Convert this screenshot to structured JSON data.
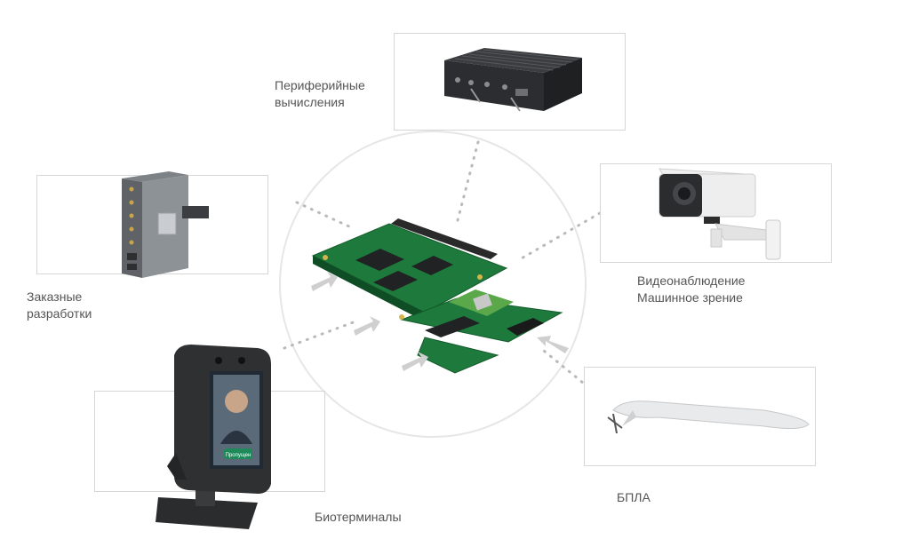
{
  "labels": {
    "edge_computing": [
      "Периферийные",
      "вычисления"
    ],
    "custom_dev": [
      "Заказные",
      "разработки"
    ],
    "video": [
      "Видеонаблюдение",
      "Машинное зрение"
    ],
    "drone": [
      "БПЛА"
    ],
    "bioterminal": [
      "Биотерминалы"
    ]
  },
  "terminal_screen_text": "Пропущен",
  "colors": {
    "text": "#555555",
    "frame": "#d6d6d6",
    "dots": "#b9b9b9",
    "pcb": "#1f7a3f",
    "circle": "#e6e6e6"
  }
}
